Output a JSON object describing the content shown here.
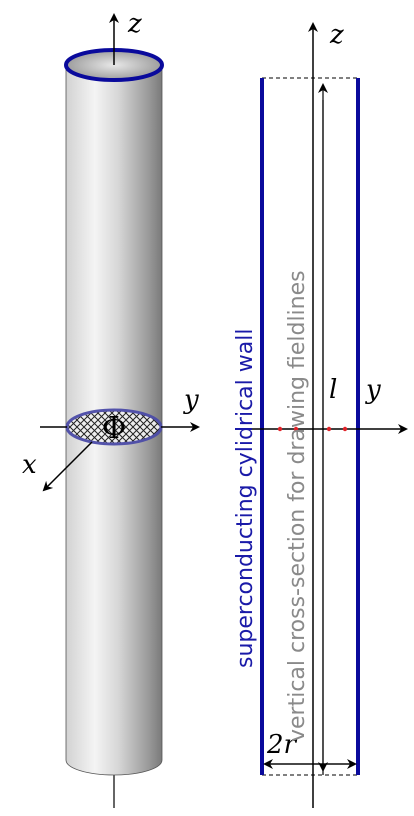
{
  "labels": {
    "left_z": "z",
    "left_y": "y",
    "left_x": "x",
    "flux": "Φ",
    "right_z": "z",
    "right_y": "y",
    "length": "l",
    "width": "2r",
    "wall_label": "superconducting cylidrical wall",
    "section_label": "vertical cross-section for drawing fieldlines"
  },
  "colors": {
    "wall": "#0a0a9c",
    "wall_label": "#1a1aa8",
    "section_label": "#8a8a8a",
    "points": "#e0242a",
    "axes": "#000000"
  },
  "icons": {
    "cylinder": "shaded-3d-cylinder",
    "cross_section": "hatched-ellipse"
  }
}
